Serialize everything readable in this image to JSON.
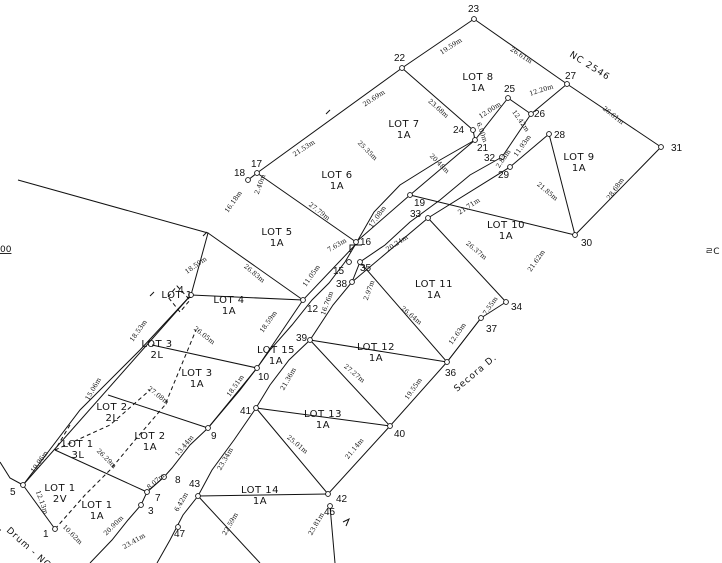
{
  "roads": {
    "nc2546": "NC 2546",
    "secora": "Secora D.",
    "drum": "Drum - NC"
  },
  "edge_marks": {
    "left": "00",
    "right": "ㄹC"
  },
  "points": [
    {
      "id": "23",
      "label": "23"
    },
    {
      "id": "22",
      "label": "22"
    },
    {
      "id": "27",
      "label": "27"
    },
    {
      "id": "25",
      "label": "25"
    },
    {
      "id": "26",
      "label": "26"
    },
    {
      "id": "24",
      "label": "24"
    },
    {
      "id": "21",
      "label": "21"
    },
    {
      "id": "28",
      "label": "28"
    },
    {
      "id": "31",
      "label": "31"
    },
    {
      "id": "32",
      "label": "32"
    },
    {
      "id": "29",
      "label": "29"
    },
    {
      "id": "17",
      "label": "17"
    },
    {
      "id": "18",
      "label": "18"
    },
    {
      "id": "19",
      "label": "19"
    },
    {
      "id": "33",
      "label": "33"
    },
    {
      "id": "30",
      "label": "30"
    },
    {
      "id": "16",
      "label": "16"
    },
    {
      "id": "15",
      "label": "15"
    },
    {
      "id": "35",
      "label": "35"
    },
    {
      "id": "38",
      "label": "38"
    },
    {
      "id": "34",
      "label": "34"
    },
    {
      "id": "4",
      "label": "4"
    },
    {
      "id": "12",
      "label": "12"
    },
    {
      "id": "37",
      "label": "37"
    },
    {
      "id": "39",
      "label": "39"
    },
    {
      "id": "36",
      "label": "36"
    },
    {
      "id": "10",
      "label": "10"
    },
    {
      "id": "41",
      "label": "41"
    },
    {
      "id": "40",
      "label": "40"
    },
    {
      "id": "9",
      "label": "9"
    },
    {
      "id": "8",
      "label": "8"
    },
    {
      "id": "5",
      "label": "5"
    },
    {
      "id": "7",
      "label": "7"
    },
    {
      "id": "3",
      "label": "3"
    },
    {
      "id": "43",
      "label": "43"
    },
    {
      "id": "42",
      "label": "42"
    },
    {
      "id": "45",
      "label": "45"
    },
    {
      "id": "1",
      "label": "1"
    },
    {
      "id": "47",
      "label": "47"
    }
  ],
  "lots": [
    {
      "id": "lot8",
      "name": "LOT 8",
      "area": "1A"
    },
    {
      "id": "lot7",
      "name": "LOT 7",
      "area": "1A"
    },
    {
      "id": "lot9",
      "name": "LOT 9",
      "area": "1A"
    },
    {
      "id": "lot6",
      "name": "LOT 6",
      "area": "1A"
    },
    {
      "id": "lot5",
      "name": "LOT 5",
      "area": "1A"
    },
    {
      "id": "lot10",
      "name": "LOT 10",
      "area": "1A"
    },
    {
      "id": "lot11",
      "name": "LOT 11",
      "area": "1A"
    },
    {
      "id": "lot4",
      "name": "LOT 4",
      "area": "1A"
    },
    {
      "id": "lot12",
      "name": "LOT 12",
      "area": "1A"
    },
    {
      "id": "lot15",
      "name": "LOT 15",
      "area": "1A"
    },
    {
      "id": "lot3",
      "name": "LOT 3",
      "area": "1A"
    },
    {
      "id": "lot3_2l",
      "name": "LOT 3",
      "area": "2L"
    },
    {
      "id": "lot13",
      "name": "LOT 13",
      "area": "1A"
    },
    {
      "id": "lot2",
      "name": "LOT 2",
      "area": "1A"
    },
    {
      "id": "lot2_2l",
      "name": "LOT 2",
      "area": "2L"
    },
    {
      "id": "lot1_3l",
      "name": "LOT 1",
      "area": "3L"
    },
    {
      "id": "lot1_2v",
      "name": "LOT 1",
      "area": "2V"
    },
    {
      "id": "lot1",
      "name": "LOT 1",
      "area": "1A"
    },
    {
      "id": "lot14",
      "name": "LOT 14",
      "area": "1A"
    },
    {
      "id": "lot1_small",
      "name": "LOT 1",
      "area": ""
    }
  ],
  "dims": [
    {
      "id": "d1",
      "text": "19.59m"
    },
    {
      "id": "d2",
      "text": "26.61m"
    },
    {
      "id": "d3",
      "text": "20.69m"
    },
    {
      "id": "d4",
      "text": "23.68m"
    },
    {
      "id": "d5",
      "text": "12.20m"
    },
    {
      "id": "d6",
      "text": "12.00m"
    },
    {
      "id": "d7",
      "text": "12.42m"
    },
    {
      "id": "d8",
      "text": "26.61m"
    },
    {
      "id": "d9",
      "text": "6.00m"
    },
    {
      "id": "d10",
      "text": "21.53m"
    },
    {
      "id": "d11",
      "text": "25.35m"
    },
    {
      "id": "d12",
      "text": "20.48m"
    },
    {
      "id": "d13",
      "text": "11.93m"
    },
    {
      "id": "d14",
      "text": "2.83m"
    },
    {
      "id": "d15",
      "text": "2.40m"
    },
    {
      "id": "d16",
      "text": "16.18m"
    },
    {
      "id": "d17",
      "text": "27.79m"
    },
    {
      "id": "d18",
      "text": "17.08m"
    },
    {
      "id": "d19",
      "text": "21.71m"
    },
    {
      "id": "d20",
      "text": "21.85m"
    },
    {
      "id": "d21",
      "text": "28.68m"
    },
    {
      "id": "d22",
      "text": "7.63m"
    },
    {
      "id": "d23",
      "text": "20.24m"
    },
    {
      "id": "d24",
      "text": "26.37m"
    },
    {
      "id": "d25",
      "text": "21.62m"
    },
    {
      "id": "d26",
      "text": "18.59m"
    },
    {
      "id": "d27",
      "text": "26.83m"
    },
    {
      "id": "d28",
      "text": "11.05m"
    },
    {
      "id": "d29",
      "text": "2.97m"
    },
    {
      "id": "d30",
      "text": "7.55m"
    },
    {
      "id": "d31",
      "text": "18.53m"
    },
    {
      "id": "d32",
      "text": "26.05m"
    },
    {
      "id": "d33",
      "text": "18.59m"
    },
    {
      "id": "d34",
      "text": "26.64m"
    },
    {
      "id": "d35",
      "text": "12.63m"
    },
    {
      "id": "d36",
      "text": "16.76m"
    },
    {
      "id": "d37",
      "text": "15.06m"
    },
    {
      "id": "d38",
      "text": "27.08m"
    },
    {
      "id": "d39",
      "text": "18.51m"
    },
    {
      "id": "d40",
      "text": "27.27m"
    },
    {
      "id": "d41",
      "text": "19.55m"
    },
    {
      "id": "d42",
      "text": "21.36m"
    },
    {
      "id": "d43",
      "text": "13.44m"
    },
    {
      "id": "d44",
      "text": "25.01m"
    },
    {
      "id": "d45",
      "text": "21.14m"
    },
    {
      "id": "d46",
      "text": "19.96m"
    },
    {
      "id": "d47",
      "text": "26.29m"
    },
    {
      "id": "d48",
      "text": "8.07m"
    },
    {
      "id": "d49",
      "text": "23.34m"
    },
    {
      "id": "d50",
      "text": "12.13m"
    },
    {
      "id": "d51",
      "text": "6.42m"
    },
    {
      "id": "d52",
      "text": "20.90m"
    },
    {
      "id": "d53",
      "text": "10.62m"
    },
    {
      "id": "d54",
      "text": "23.41m"
    },
    {
      "id": "d55",
      "text": "22.59m"
    },
    {
      "id": "d56",
      "text": "23.81m"
    }
  ]
}
